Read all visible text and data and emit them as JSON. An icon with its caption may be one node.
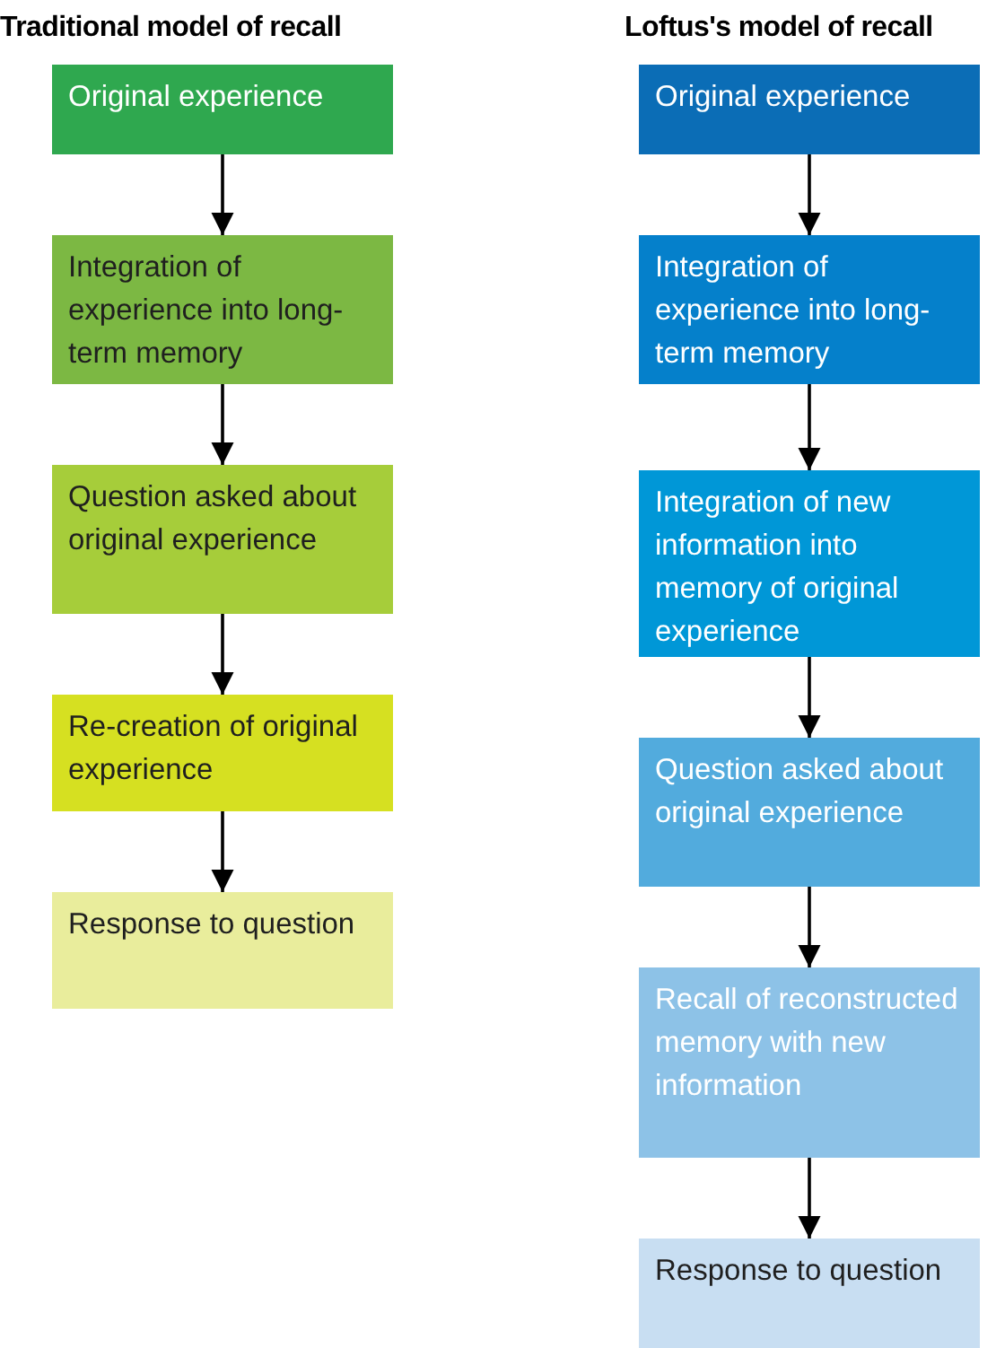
{
  "diagram": {
    "nodes": [
      {
        "text": [
          "Original experience"
        ]
      },
      {
        "text": [
          "Integration of experience into long-term memory"
        ]
      },
      {
        "text": [
          "Question asked about original experience"
        ]
      },
      {
        "text": [
          "Re-creation of original experience"
        ]
      },
      {
        "text": [
          "Response to question"
        ]
      },
      {
        "text": [
          "Original experience"
        ]
      },
      {
        "text": [
          "Integration of experience into long-term memory"
        ]
      },
      {
        "text": [
          "Integration of new information into memory of original experience"
        ]
      },
      {
        "text": [
          "Question asked about original experience"
        ]
      },
      {
        "text": [
          "Recall of reconstructed memory with new information"
        ]
      },
      {
        "text": [
          "Response to question"
        ]
      }
    ],
    "edges": [
      {
        "from": 0,
        "to": 1,
        "arrow": "to"
      },
      {
        "from": 1,
        "to": 2,
        "arrow": "to"
      },
      {
        "from": 2,
        "to": 3,
        "arrow": "to"
      },
      {
        "from": 3,
        "to": 4,
        "arrow": "to"
      },
      {
        "from": 5,
        "to": 6,
        "arrow": "to"
      },
      {
        "from": 6,
        "to": 7,
        "arrow": "to"
      },
      {
        "from": 7,
        "to": 8,
        "arrow": "to"
      },
      {
        "from": 8,
        "to": 9,
        "arrow": "to"
      },
      {
        "from": 9,
        "to": 10,
        "arrow": "to"
      }
    ],
    "labels": [
      "Traditional model of recall",
      "Loftus's model of recall"
    ]
  }
}
